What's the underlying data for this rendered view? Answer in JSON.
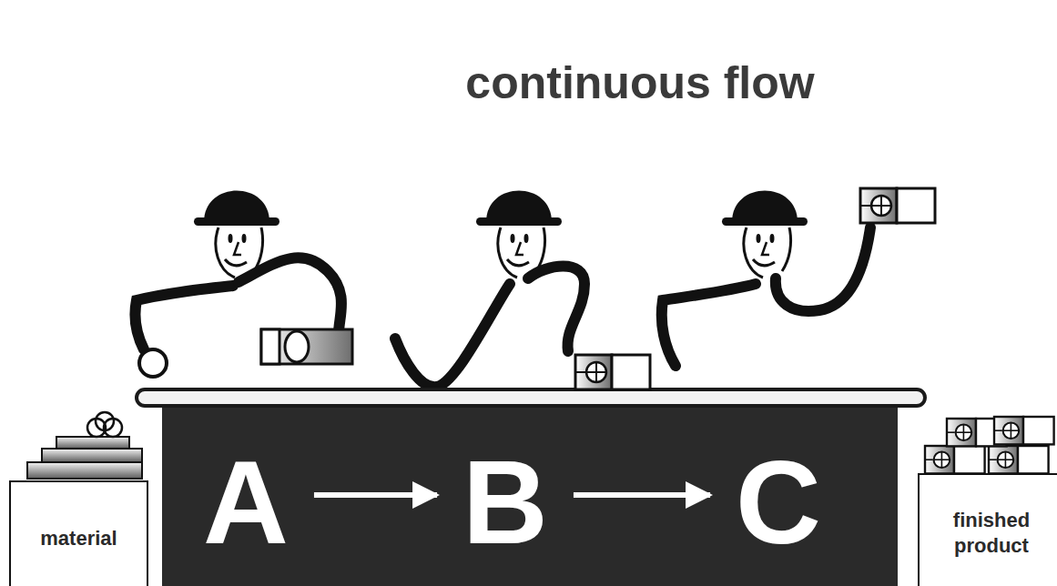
{
  "diagram": {
    "title": "continuous flow",
    "nodes": [
      {
        "text": [
          "material"
        ]
      },
      {
        "text": [
          "A"
        ]
      },
      {
        "text": [
          "B"
        ]
      },
      {
        "text": [
          "C"
        ]
      },
      {
        "text": [
          "finished product"
        ]
      }
    ],
    "edges": [
      {
        "from": 1,
        "to": 2,
        "arrow": "to"
      },
      {
        "from": 2,
        "to": 3,
        "arrow": "to"
      }
    ]
  }
}
